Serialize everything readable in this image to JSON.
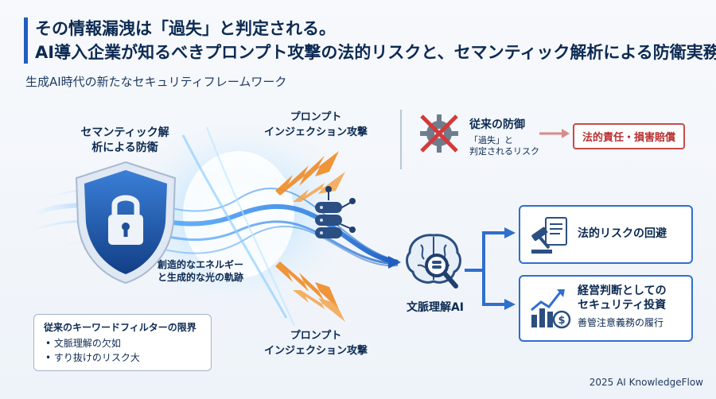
{
  "header": {
    "title_line1": "その情報漏洩は「過失」と判定される。",
    "title_line2": "AI導入企業が知るべきプロンプト攻撃の法的リスクと、セマンティック解析による防衛実務",
    "subtitle": "生成AI時代の新たなセキュリティフレームワーク"
  },
  "shield": {
    "label_line1": "セマンティック解",
    "label_line2": "析による防衛",
    "icon": "shield-lock-icon"
  },
  "energy_label": {
    "line1": "創造的なエネルギー",
    "line2": "と生成的な光の軌跡"
  },
  "attack_top": {
    "line1": "プロンプト",
    "line2": "インジェクション攻撃"
  },
  "attack_bottom": {
    "line1": "プロンプト",
    "line2": "インジェクション攻撃"
  },
  "legacy_filter": {
    "title": "従来のキーワードフィルターの限界",
    "items": [
      "文脈理解の欠如",
      "すり抜けのリスク大"
    ]
  },
  "legacy_defense": {
    "title": "従来の防御",
    "line2": "「過失」と",
    "line3": "判定されるリスク",
    "icon": "crossed-gear-icon"
  },
  "liability": {
    "label": "法的責任・損害賠償"
  },
  "brain": {
    "label": "文脈理解AI",
    "icon": "brain-magnifier-icon"
  },
  "outcomes": [
    {
      "title": "法的リスクの回避",
      "icon": "gavel-document-icon"
    },
    {
      "title_line1": "経営判断としての",
      "title_line2": "セキュリティ投資",
      "detail": "善管注意義務の履行",
      "icon": "growth-chart-icon"
    }
  ],
  "footer": "2025 AI KnowledgeFlow",
  "colors": {
    "accent": "#1f5fbf",
    "danger": "#c94a4a",
    "attack": "#f08a24"
  }
}
